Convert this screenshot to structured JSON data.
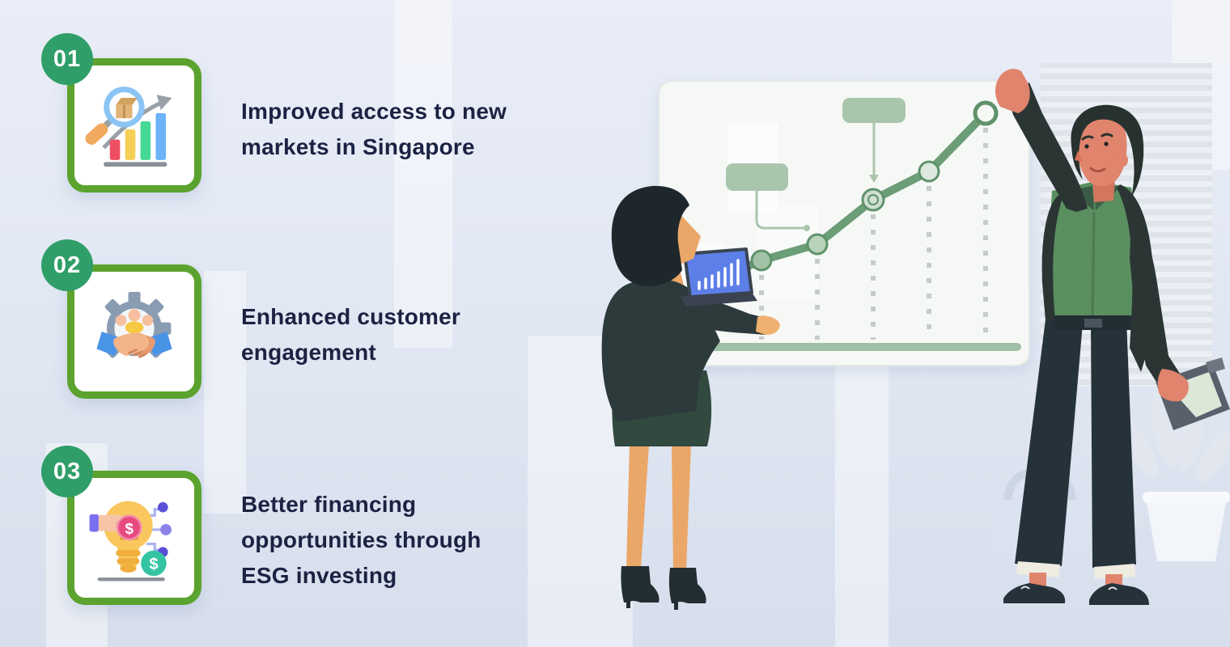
{
  "items": [
    {
      "number": "01",
      "label": "Improved access to new markets in Singapore",
      "icon": "market-analysis-icon"
    },
    {
      "number": "02",
      "label": "Enhanced customer engagement",
      "icon": "customer-engagement-icon"
    },
    {
      "number": "03",
      "label": "Better financing opportunities through ESG investing",
      "icon": "esg-financing-icon"
    }
  ],
  "colors": {
    "background_top": "#e9edf7",
    "background_bottom": "#d7deec",
    "badge_green": "#2f9e68",
    "card_border_green": "#5ba32e",
    "text_navy": "#1b2242",
    "sage_green": "#a9c6ad",
    "chart_line_green": "#6b9d77",
    "laptop_screen_blue": "#5d7fe8"
  },
  "illustration": {
    "scene": "two presenters at whiteboard with rising line chart",
    "elements": [
      "whiteboard",
      "rising-line-chart",
      "callout-boxes",
      "woman-with-laptop",
      "man-raising-arm",
      "clipboard",
      "plant",
      "bag"
    ]
  }
}
